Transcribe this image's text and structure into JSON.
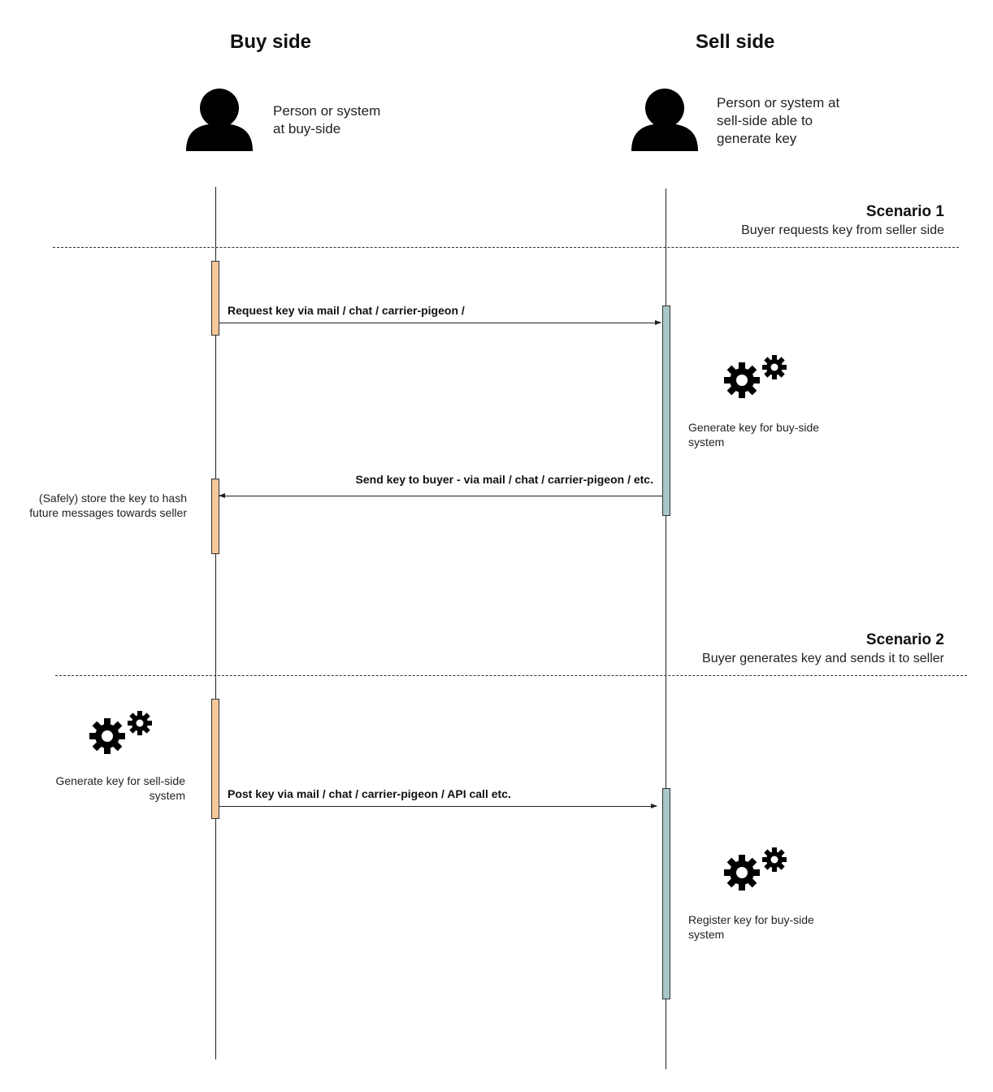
{
  "columns": {
    "buy_heading": "Buy side",
    "sell_heading": "Sell side"
  },
  "actors": {
    "buy": {
      "icon": "person-icon",
      "description_lines": [
        "Person or system",
        "at buy-side"
      ]
    },
    "sell": {
      "icon": "person-icon",
      "description_lines": [
        "Person or system at",
        "sell-side able to",
        "generate key"
      ]
    }
  },
  "scenarios": [
    {
      "title": "Scenario 1",
      "subtitle": "Buyer requests key from seller side",
      "messages": [
        {
          "label": "Request key via mail / chat / carrier-pigeon /",
          "direction": "buy-to-sell"
        },
        {
          "label": "Send key to buyer - via mail / chat / carrier-pigeon / etc.",
          "direction": "sell-to-buy"
        }
      ],
      "notes": {
        "sell_note": {
          "icon": "gears-icon",
          "lines": [
            "Generate key for buy-side",
            "system"
          ]
        },
        "buy_note": {
          "lines": [
            "(Safely) store the key to hash",
            "future messages towards seller"
          ]
        }
      }
    },
    {
      "title": "Scenario 2",
      "subtitle": "Buyer generates key and sends it to seller",
      "messages": [
        {
          "label": "Post key via mail / chat / carrier-pigeon / API call etc.",
          "direction": "buy-to-sell"
        }
      ],
      "notes": {
        "buy_note": {
          "icon": "gears-icon",
          "lines": [
            "Generate key for sell-side",
            "system"
          ]
        },
        "sell_note": {
          "icon": "gears-icon",
          "lines": [
            "Register key for buy-side",
            "system"
          ]
        }
      }
    }
  ],
  "colors": {
    "buy_activation": "#f6c79a",
    "sell_activation": "#a9c6c9",
    "line": "#222222"
  }
}
